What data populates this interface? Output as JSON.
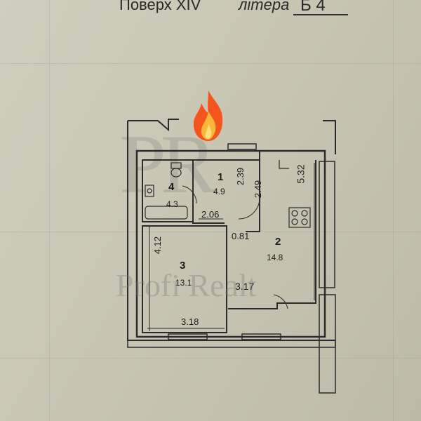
{
  "header": {
    "floor": "Поверх XIV",
    "litera_label": "літера",
    "litera_value": "Б 4"
  },
  "rooms": [
    {
      "number": "1",
      "area": "4.9"
    },
    {
      "number": "2",
      "area": "14.8"
    },
    {
      "number": "3",
      "area": "13.1"
    },
    {
      "number": "4",
      "area": "4.3"
    }
  ],
  "dimensions": {
    "d_239": "2.39",
    "d_249": "2.49",
    "d_532": "5.32",
    "d_206": "2.06",
    "d_081": "0.81",
    "d_412": "4.12",
    "d_317": "3.17",
    "d_318": "3.18"
  },
  "watermark": {
    "logo": "PR",
    "text": "Profi Realt"
  },
  "icons": {
    "fire": "fire-icon",
    "toilet": "toilet-icon",
    "bathtub": "bathtub-icon",
    "stove": "stove-icon",
    "sink": "sink-icon"
  },
  "colors": {
    "wall": "#2b2b2b",
    "paper": "#c9c7b5"
  }
}
